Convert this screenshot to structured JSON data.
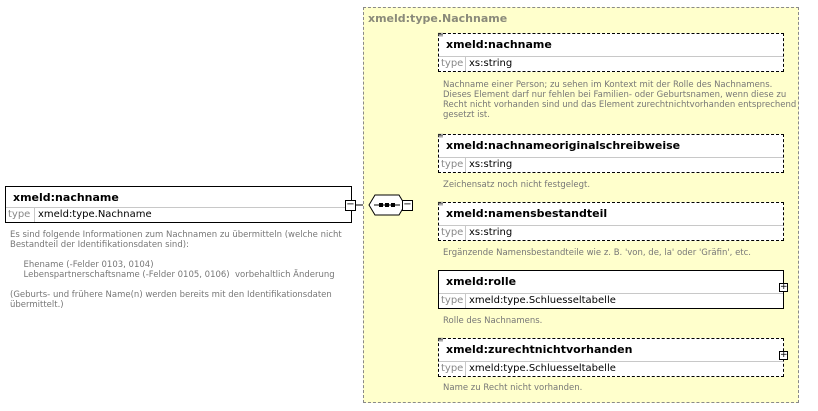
{
  "root": {
    "name": "xmeld:nachname",
    "type_label": "type",
    "type_value": "xmeld:type.Nachname",
    "doc": [
      "Es sind folgende Informationen zum Nachnamen zu übermitteln (welche nicht",
      "Bestandteil der Identifikationsdaten sind):",
      "",
      "     Ehename (-Felder 0103, 0104)",
      "     Lebenspartnerschaftsname (-Felder 0105, 0106)  vorbehaltlich Änderung",
      "",
      "(Geburts- und frühere Name(n) werden bereits mit den Identifikationsdaten",
      "übermittelt.)"
    ]
  },
  "group": {
    "title": "xmeld:type.Nachname"
  },
  "elements": [
    {
      "name": "xmeld:nachname",
      "type_label": "type",
      "type_value": "xs:string",
      "doc": [
        "Nachname einer Person; zu sehen im Kontext mit der Rolle des Nachnamens.",
        "Dieses Element darf nur fehlen bei Familien- oder Geburtsnamen, wenn diese zu",
        "Recht nicht vorhanden sind und das Element zurechtnichtvorhanden entsprechend",
        "gesetzt ist."
      ]
    },
    {
      "name": "xmeld:nachnameoriginalschreibweise",
      "type_label": "type",
      "type_value": "xs:string",
      "doc": [
        "Zeichensatz noch nicht festgelegt."
      ]
    },
    {
      "name": "xmeld:namensbestandteil",
      "type_label": "type",
      "type_value": "xs:string",
      "doc": [
        "Ergänzende Namensbestandteile wie z. B. 'von, de, la' oder 'Gräfin', etc."
      ]
    },
    {
      "name": "xmeld:rolle",
      "type_label": "type",
      "type_value": "xmeld:type.Schluesseltabelle",
      "doc": [
        "Rolle des Nachnamens."
      ]
    },
    {
      "name": "xmeld:zurechtnichtvorhanden",
      "type_label": "type",
      "type_value": "xmeld:type.Schluesseltabelle",
      "doc": [
        "Name zu Recht nicht vorhanden."
      ]
    }
  ]
}
